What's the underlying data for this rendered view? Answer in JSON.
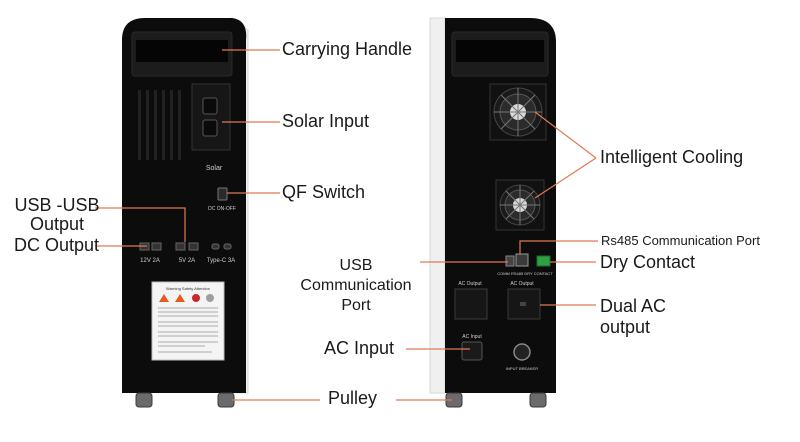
{
  "labels": {
    "carrying_handle": "Carrying Handle",
    "solar_input": "Solar Input",
    "qf_switch": "QF Switch",
    "usb_usb_output": "USB -USB\nOutput",
    "dc_output": "DC Output",
    "intelligent_cooling": "Intelligent Cooling",
    "rs485_port": "Rs485 Communication Port",
    "usb_comm_port": "USB\nCommunication\nPort",
    "dry_contact": "Dry Contact",
    "ac_input": "AC Input",
    "dual_ac_output": "Dual AC\noutput",
    "pulley": "Pulley"
  },
  "front_panel": {
    "solar_text": "Solar",
    "dc_switch_text": "DC ON-OFF",
    "port_12v": "12V 2A",
    "port_5v": "5V 2A",
    "port_typec": "Type-C 3A",
    "warning_title": "Warning Safety Attention"
  },
  "back_panel": {
    "ac_output_1": "AC Output",
    "ac_output_2": "AC Output",
    "ac_input": "AC Input",
    "breaker_text": "INPUT BREAKER",
    "comm_text": "COMM RS485 DRY CONTACT"
  },
  "colors": {
    "leader_line": "#e07a4f",
    "body": "#0d0d0d",
    "side": "#f2f2f2",
    "connector": "#2ea043"
  }
}
